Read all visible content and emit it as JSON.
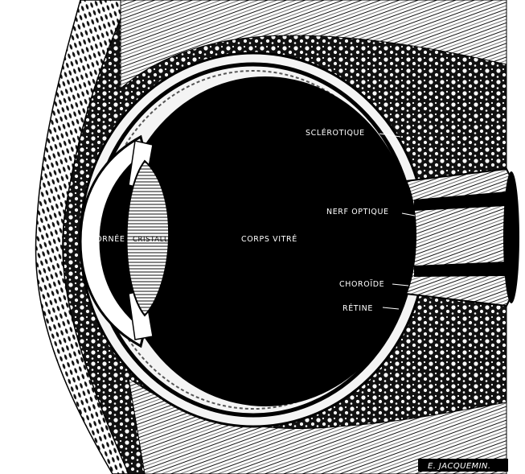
{
  "colors": {
    "background": "#ffffff",
    "ink": "#0a0a0a",
    "label": "#ffffff"
  },
  "labels": {
    "sclerotique": "SCLÉROTIQUE",
    "nerf_optique": "NERF OPTIQUE",
    "cornee": "CORNÉE",
    "cristallin": "CRISTALLIN",
    "corps_vitre": "CORPS VITRÉ",
    "choroide": "CHOROÏDE",
    "retine": "RÉTINE"
  },
  "signature": "E. JACQUEMIN."
}
